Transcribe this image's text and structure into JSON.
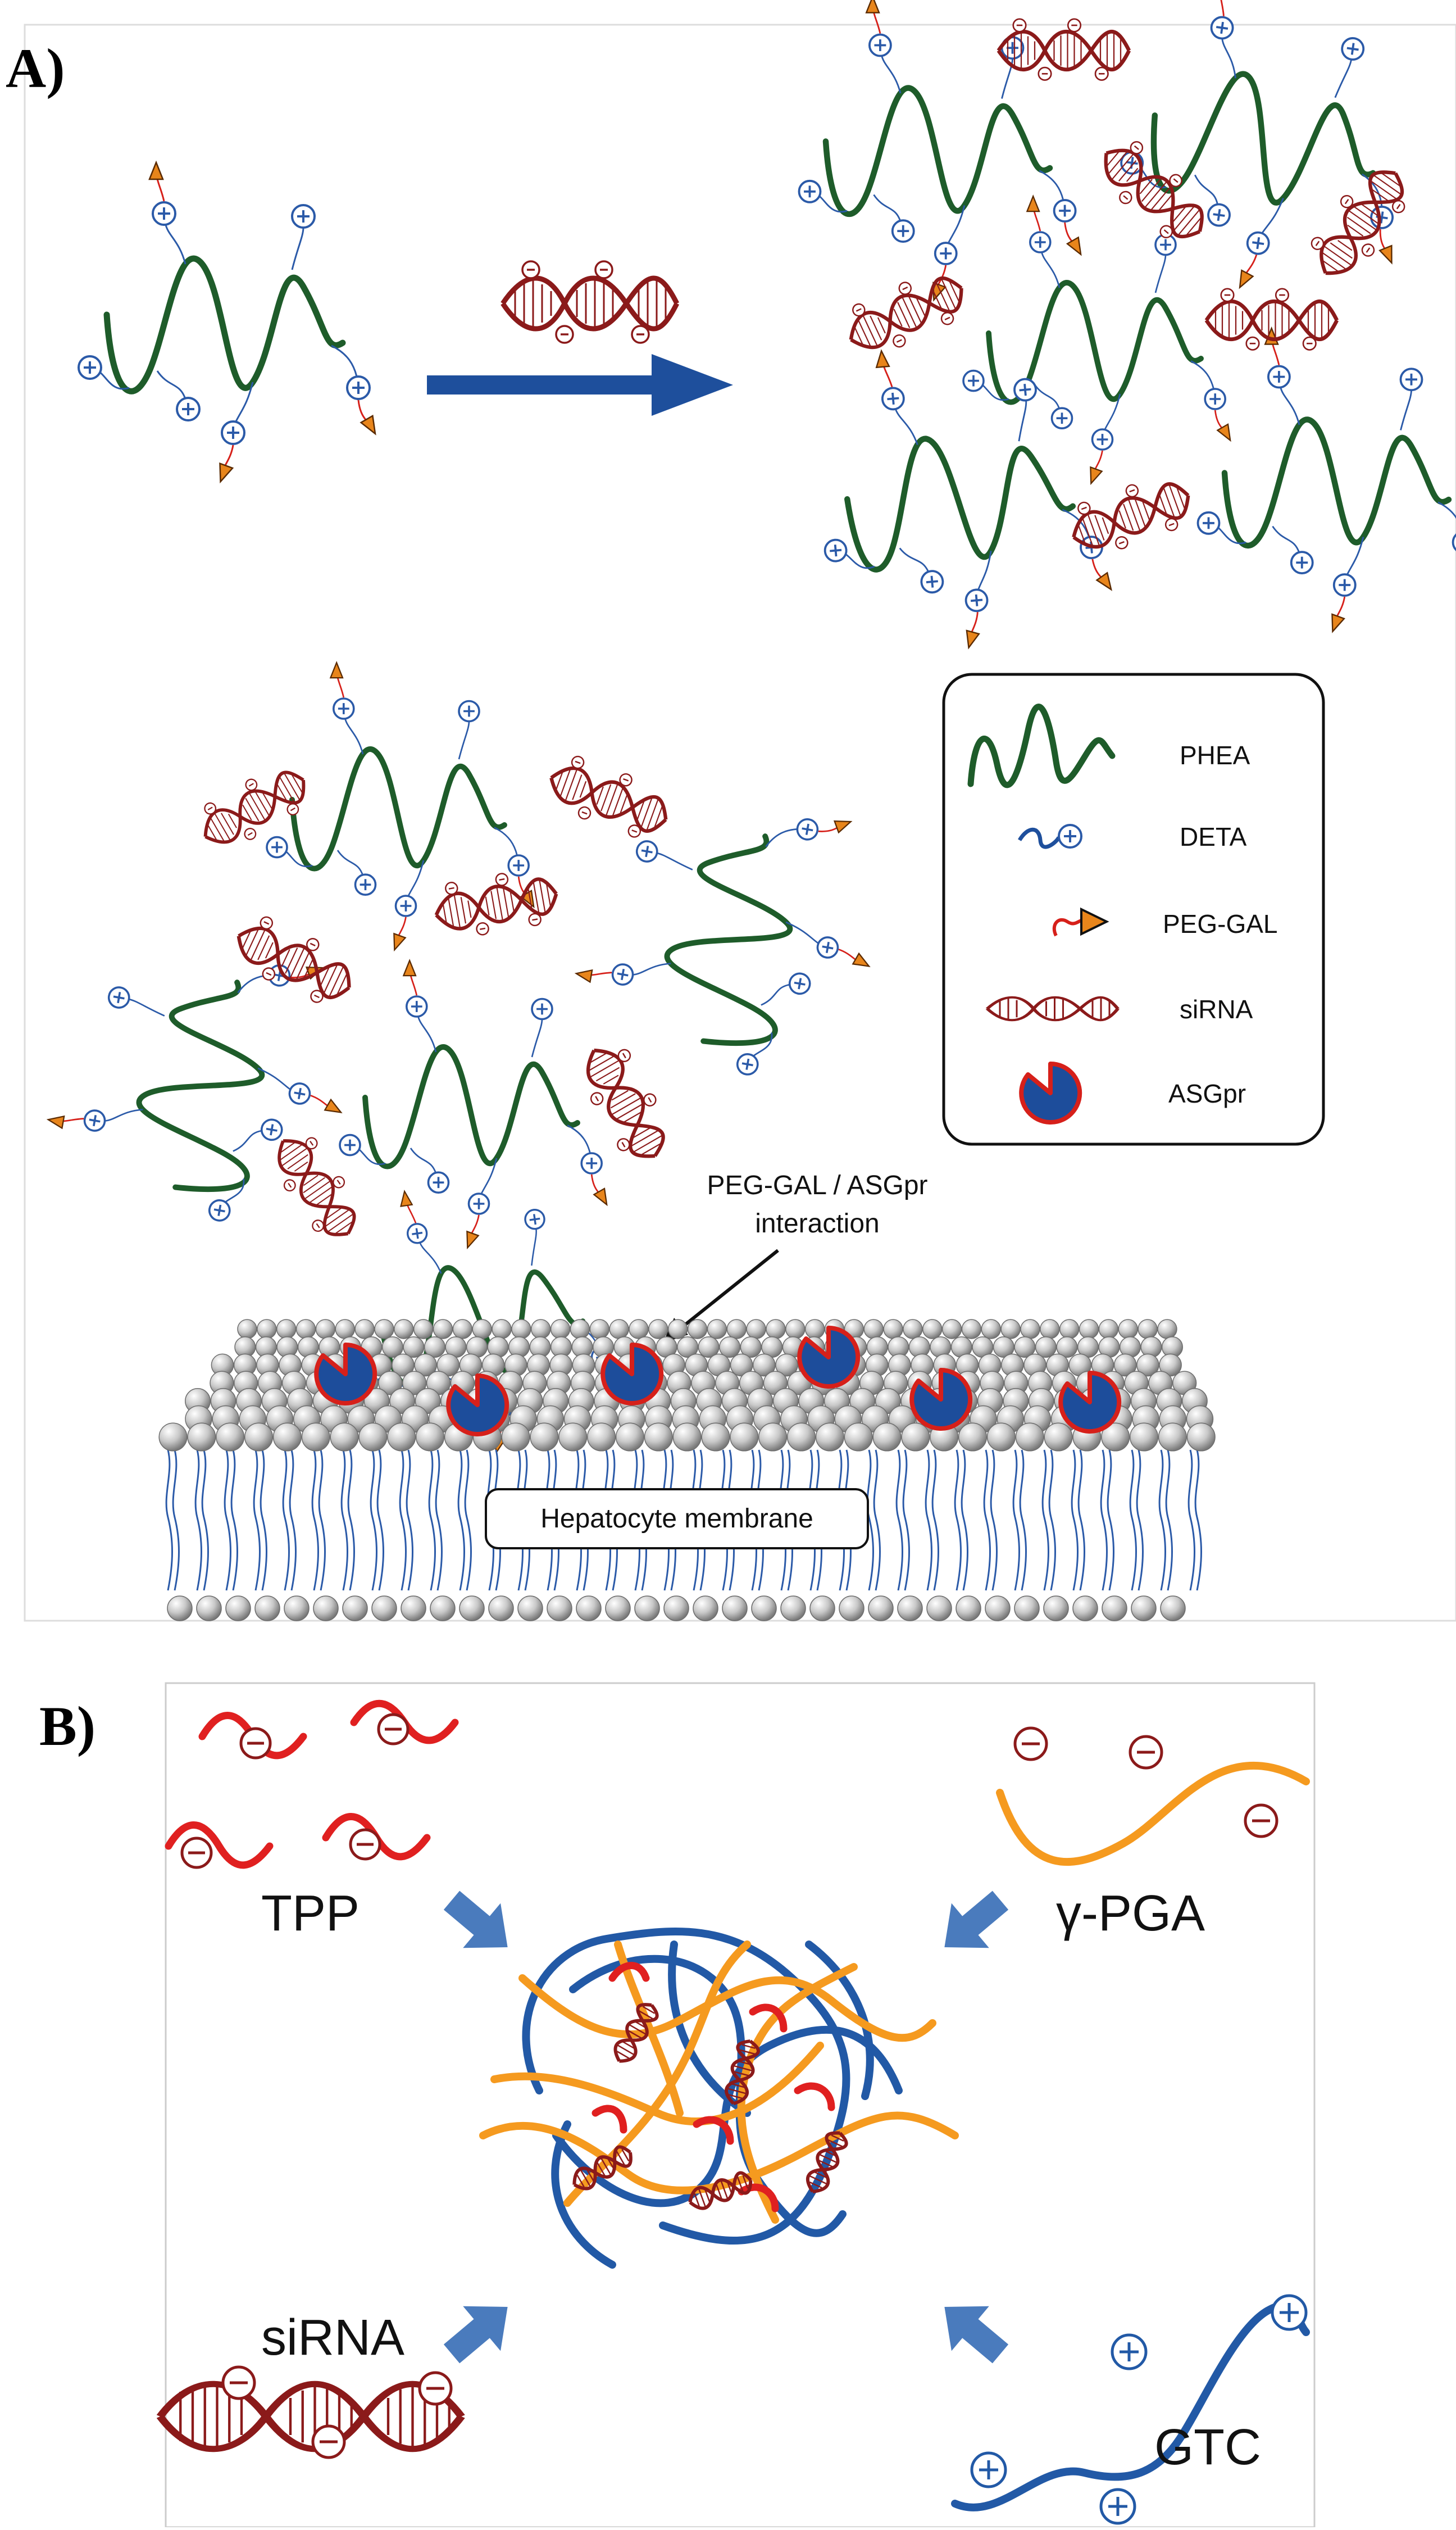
{
  "panel_a": {
    "label": "A)",
    "legend": {
      "phea": "PHEA",
      "deta": "DETA",
      "peg_gal": "PEG-GAL",
      "sirna": "siRNA",
      "asgpr": "ASGpr"
    },
    "annotation_line1": "PEG-GAL / ASGpr",
    "annotation_line2": "interaction",
    "membrane_label": "Hepatocyte membrane"
  },
  "panel_b": {
    "label": "B)",
    "tpp": "TPP",
    "gamma_pga": "γ-PGA",
    "sirna": "siRNA",
    "gtc": "GTC"
  },
  "colors": {
    "phea_green": "#1e5c2a",
    "deta_blue": "#2b5aa8",
    "peg_red": "#d6201a",
    "gal_orange": "#e8851b",
    "sirna_maroon": "#8b1a1a",
    "asgpr_blue": "#1d4d9b",
    "arrow_blue": "#1e4f9c",
    "tpp_red": "#e02020",
    "pga_orange": "#f59a1f",
    "gtc_blue": "#2259a6",
    "block_arrow": "#4a7bbd"
  }
}
